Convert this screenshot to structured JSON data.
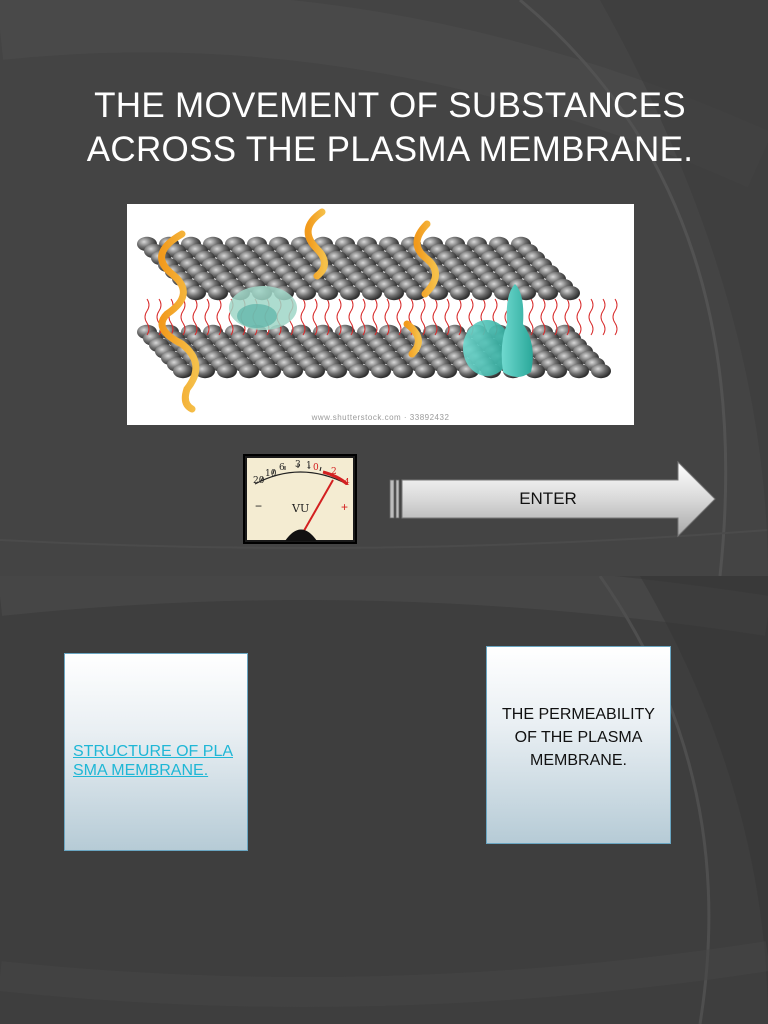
{
  "slide1": {
    "title_line1": "THE MOVEMENT OF SUBSTANCES",
    "title_line2": "ACROSS THE PLASMA MEMBRANE.",
    "image_watermark": "www.shutterstock.com · 33892432",
    "enter_button_label": "ENTER"
  },
  "vu_meter": {
    "scale_labels": [
      "20",
      "10",
      "6",
      "3",
      "1",
      "0",
      "2",
      "4"
    ],
    "minus": "−",
    "center_label": "VU",
    "plus": "+"
  },
  "slide2": {
    "structure_link": "STRUCTURE OF PLASMA MEMBRANE.",
    "permeability_text": "THE PERMEABILITY OF THE PLASMA MEMBRANE."
  },
  "colors": {
    "background": "#444444",
    "title": "#ffffff",
    "link": "#1fb7d6",
    "card_border": "#6aa6c2",
    "membrane_lipid_heads": "#6f6f6f",
    "membrane_tails": "#d82a2a"
  }
}
